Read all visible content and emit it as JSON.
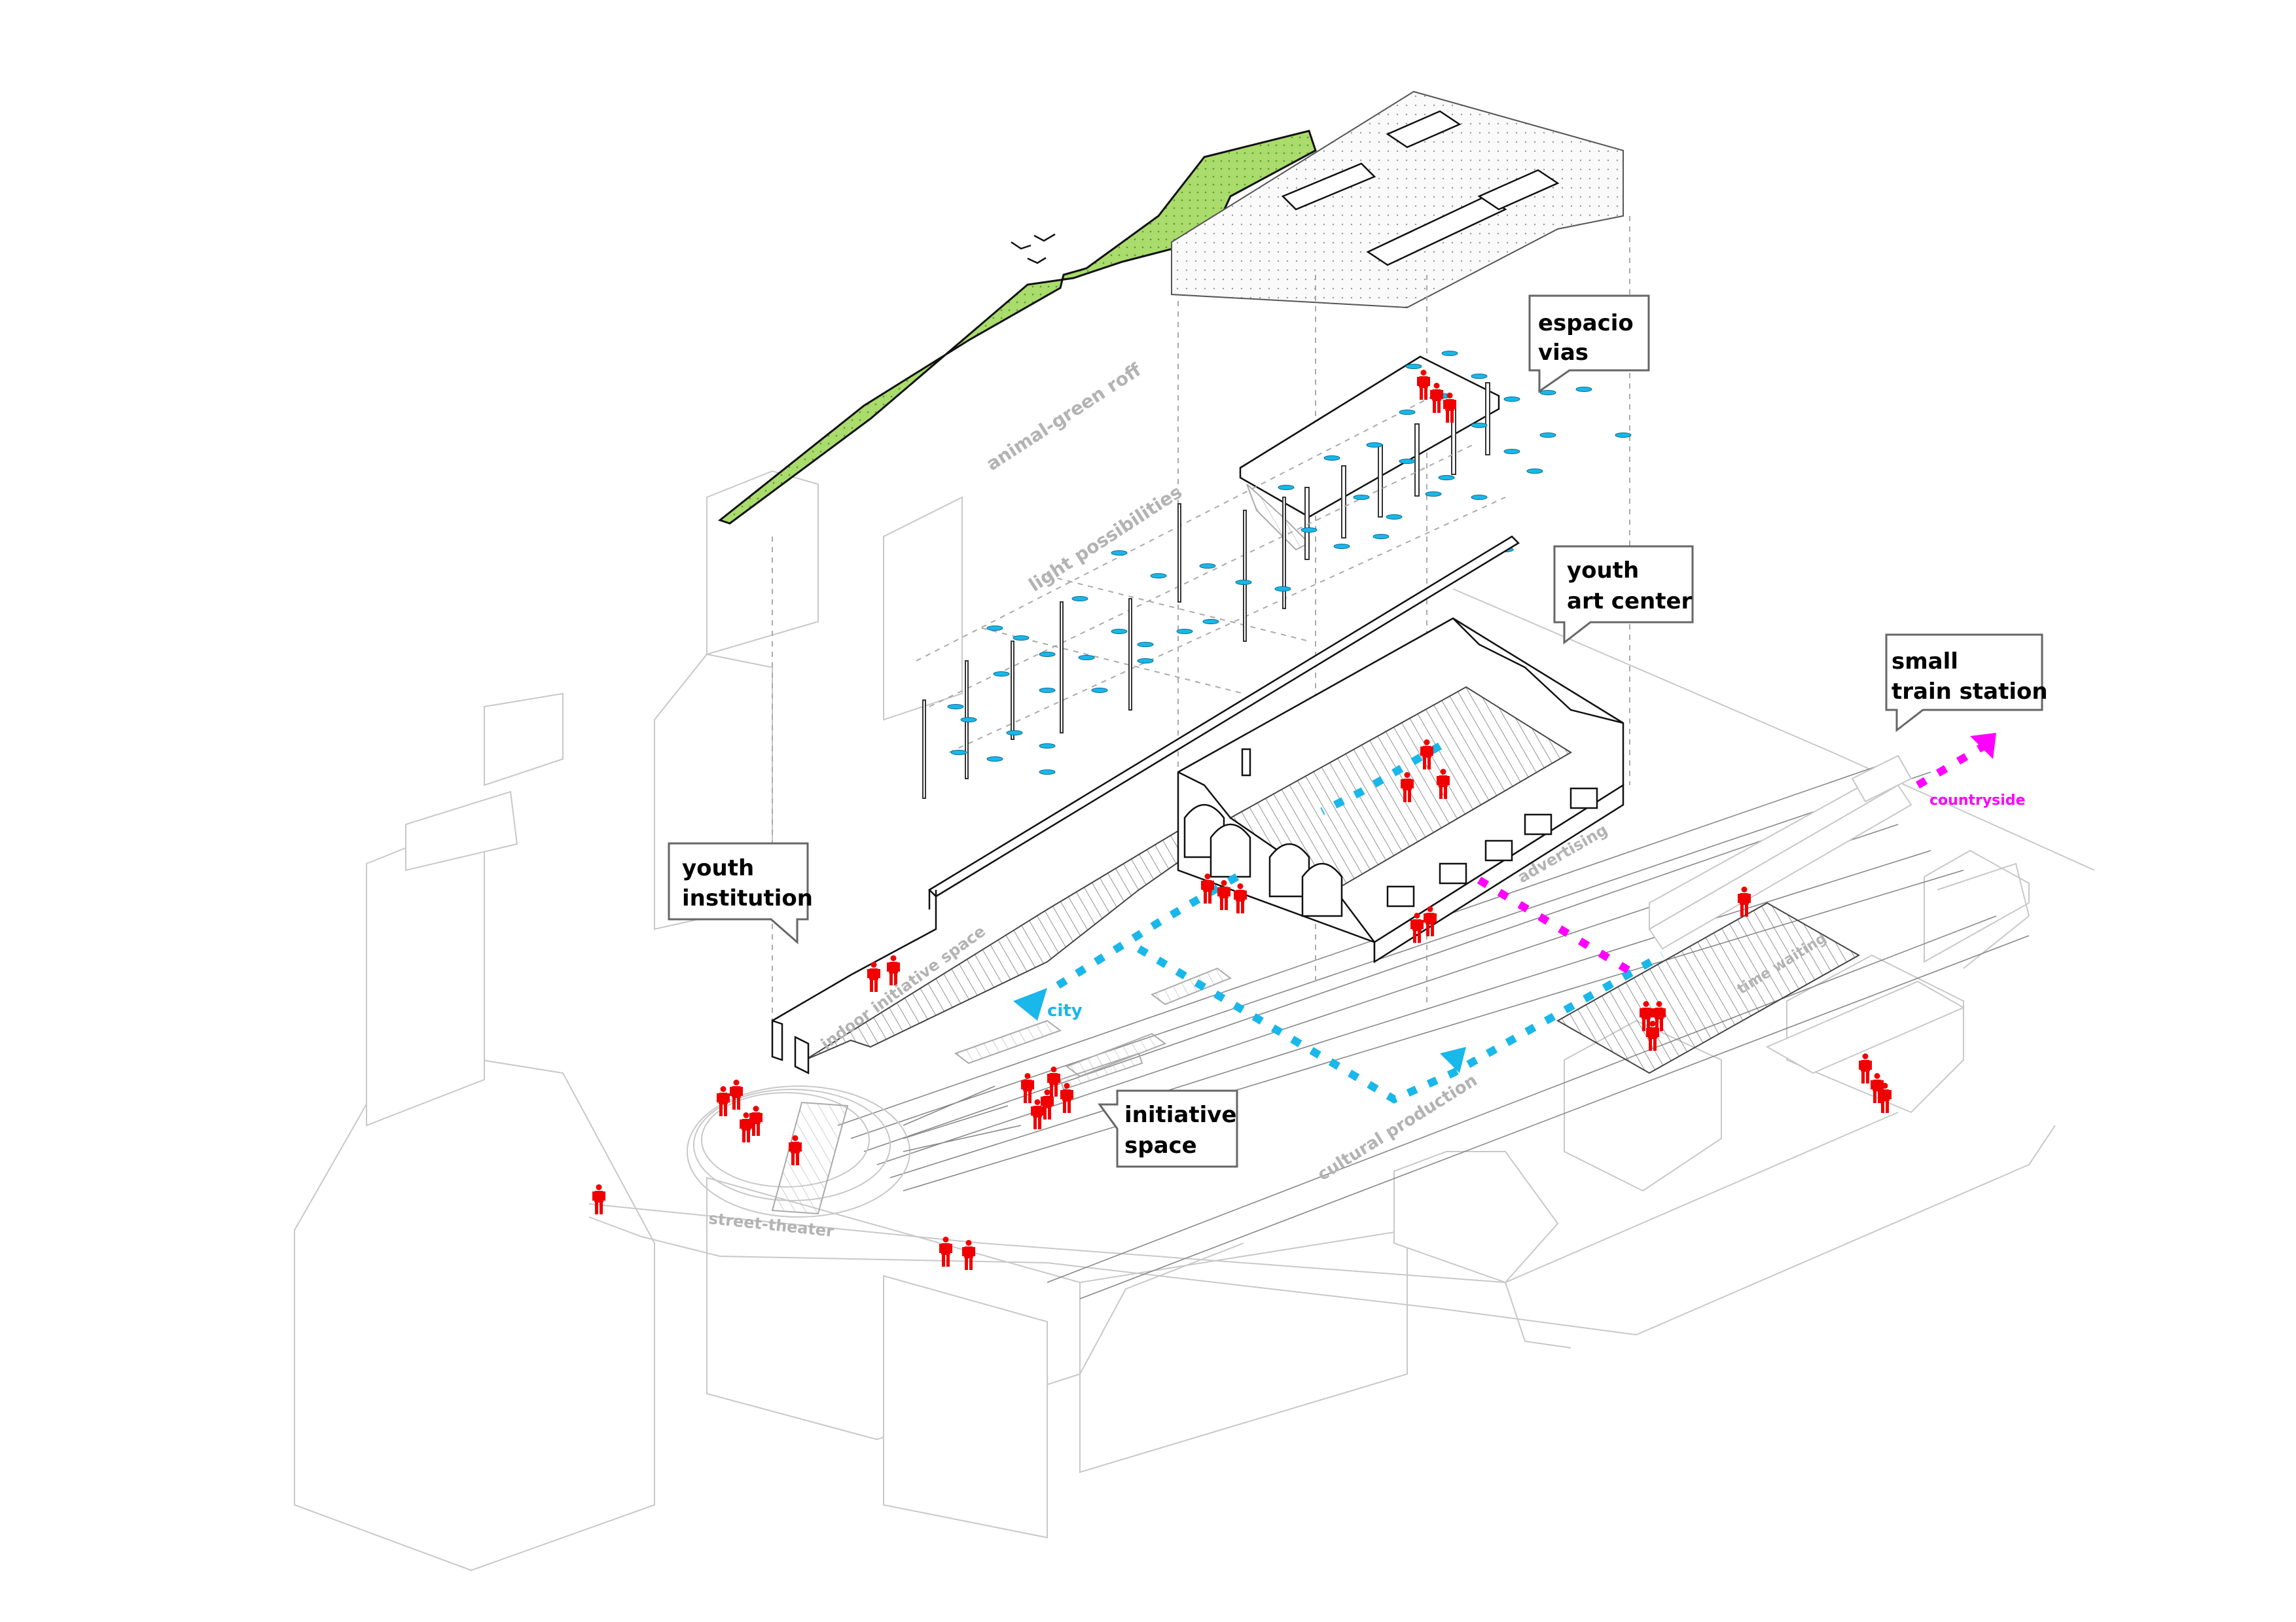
{
  "diagram": {
    "type": "exploded axonometric",
    "colors": {
      "people": "#f00000",
      "city_route": "#19b7ea",
      "countryside_route": "#ff00ff",
      "green_roof": "#a9dc6c",
      "zone_label": "#b3b3b3",
      "light_fixture": "#19b7ea"
    },
    "callouts": {
      "espacio_vias": [
        "espacio",
        "vias"
      ],
      "youth_art_center": [
        "youth",
        "art center"
      ],
      "small_train_station": [
        "small",
        "train station"
      ],
      "youth_institution": [
        "youth",
        "institution"
      ],
      "initiative_space": [
        "initiative",
        "space"
      ]
    },
    "zone_labels": {
      "animal_green_roof": "animal-green roff",
      "light_possibilities": "light possibilities",
      "indoor_initiative_space": "indoor initiative space",
      "advertising": "advertising",
      "time_waiting": "time waiting",
      "cultural_production": "cultural production",
      "street_theater": "street-theater"
    },
    "flows": {
      "city": "city",
      "countryside": "countryside"
    }
  }
}
